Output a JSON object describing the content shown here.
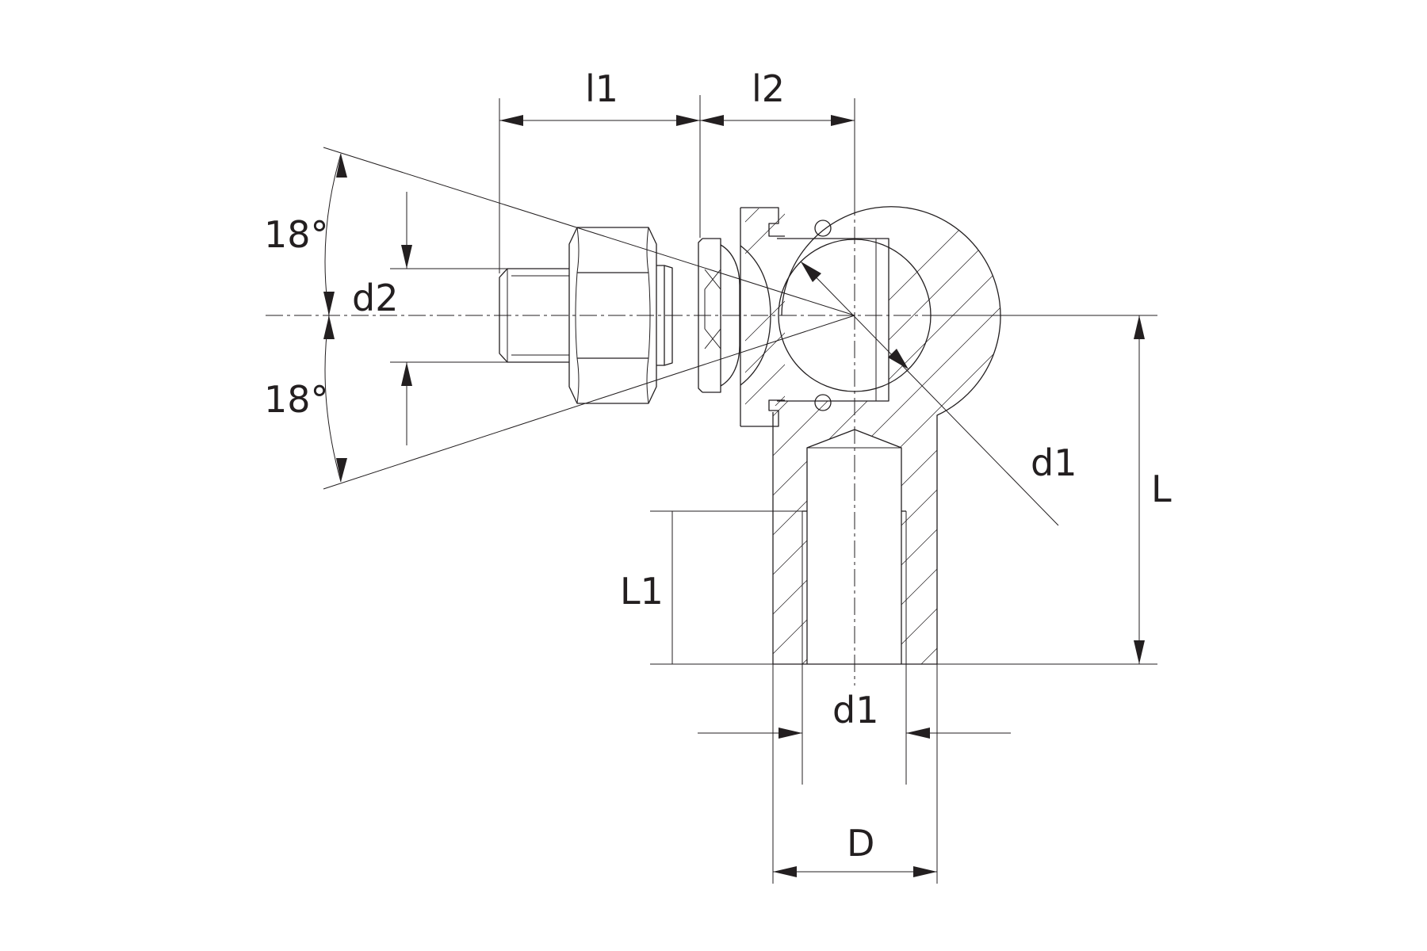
{
  "labels": {
    "l1": "l1",
    "l2": "l2",
    "angle_upper": "18°",
    "angle_lower": "18°",
    "d2": "d2",
    "d1_ball": "d1",
    "L": "L",
    "L1": "L1",
    "d1_thread": "d1",
    "D": "D"
  },
  "colors": {
    "line": "#231f20",
    "background": "#ffffff"
  }
}
